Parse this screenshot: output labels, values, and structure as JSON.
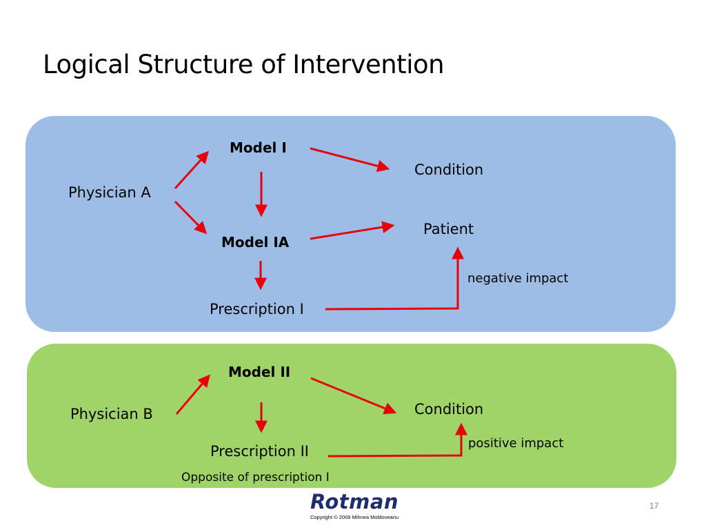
{
  "slide": {
    "title": "Logical Structure of Intervention",
    "page_number": "17"
  },
  "panel_a": {
    "physician": "Physician A",
    "model_1": "Model I",
    "model_1a": "Model IA",
    "condition": "Condition",
    "patient": "Patient",
    "prescription": "Prescription I",
    "impact": "negative impact"
  },
  "panel_b": {
    "physician": "Physician B",
    "model_2": "Model II",
    "condition": "Condition",
    "prescription": "Prescription II",
    "impact": "positive impact",
    "note": "Opposite of prescription I"
  },
  "footer": {
    "logo_text": "Rotman",
    "copyright": "Copyright © 2009 Mihnea Moldoveanu"
  },
  "colors": {
    "panel_a": "#9dbde6",
    "panel_b": "#a0d468",
    "arrow": "#e8000b",
    "logo": "#1f2d6e"
  }
}
